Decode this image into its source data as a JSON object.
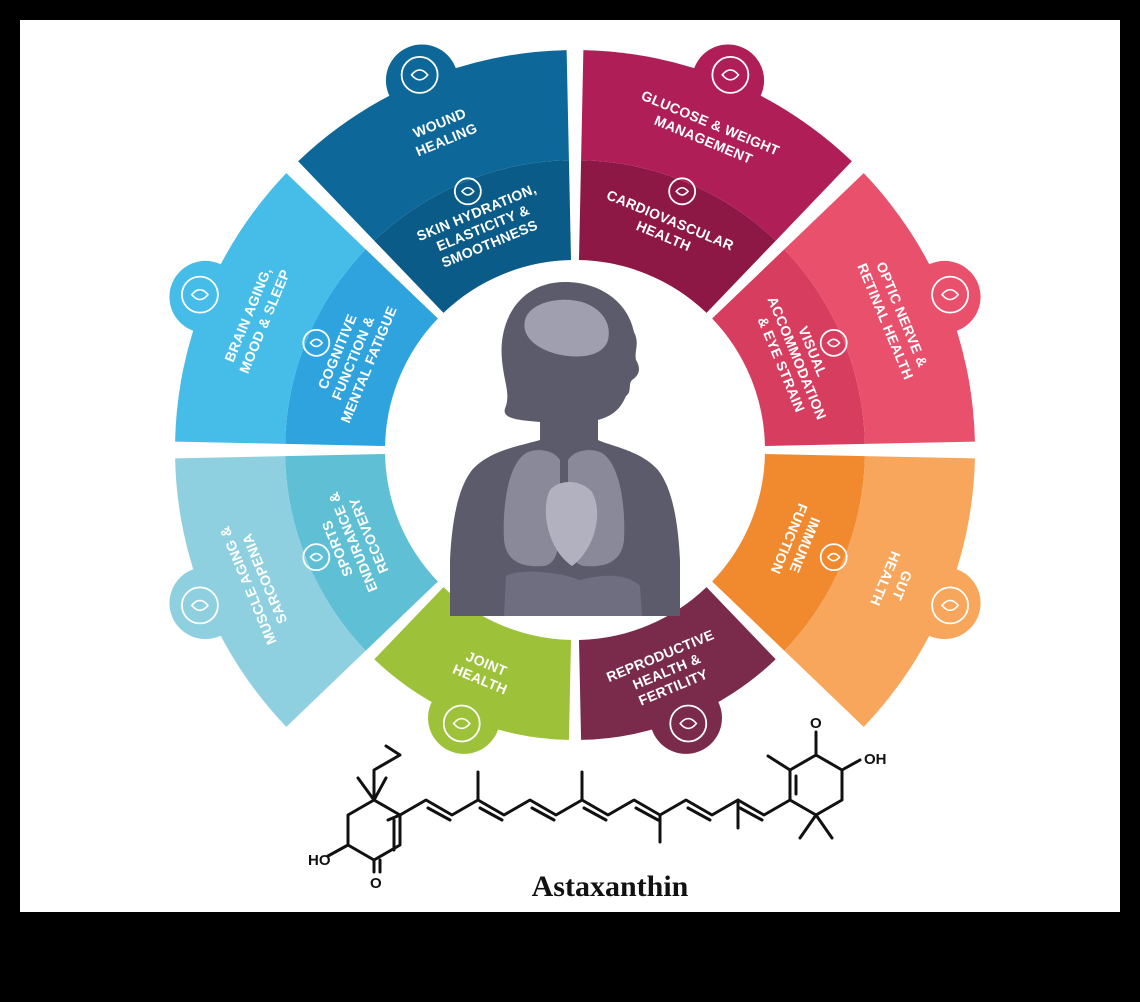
{
  "colors": {
    "background": "#000000",
    "panel": "#ffffff",
    "wound_healing": "#0d6799",
    "skin_hydration": "#0a5b87",
    "glucose_weight": "#b01e58",
    "cardiovascular": "#8e1845",
    "optic_nerve": "#e9506b",
    "visual_accommodation": "#d73d5f",
    "gut_health": "#f7a65c",
    "immune_function": "#f18a2f",
    "reproductive_health": "#7a2b4b",
    "joint_health": "#9dc23a",
    "muscle_aging": "#8fd0e0",
    "sports_endurance": "#5fc0d5",
    "brain_aging": "#45bde8",
    "cognitive_function": "#2ea3dd",
    "silhouette": "#5c5b6b"
  },
  "segments": {
    "wound_healing": {
      "lines": [
        "WOUND",
        "HEALING"
      ],
      "icon": "hand-drop-icon"
    },
    "skin_hydration": {
      "lines": [
        "SKIN HYDRATION,",
        "ELASTICITY &",
        "SMOOTHNESS"
      ],
      "icon": "skin-drop-icon"
    },
    "glucose_weight": {
      "lines": [
        "GLUCOSE & WEIGHT",
        "MANAGEMENT"
      ],
      "icon": "glucose-meter-icon"
    },
    "cardiovascular": {
      "lines": [
        "CARDIOVASCULAR",
        "HEALTH"
      ],
      "icon": "heart-icon"
    },
    "optic_nerve": {
      "lines": [
        "OPTIC NERVE &",
        "RETINAL HEALTH"
      ],
      "icon": "retina-icon"
    },
    "visual_accommodation": {
      "lines": [
        "VISUAL",
        "ACCOMMODATION",
        "& EYE STRAIN"
      ],
      "icon": "eye-icon"
    },
    "gut_health": {
      "lines": [
        "GUT",
        "HEALTH"
      ],
      "icon": "stomach-icon"
    },
    "immune_function": {
      "lines": [
        "IMMUNE",
        "FUNCTION"
      ],
      "icon": "shield-icon"
    },
    "reproductive_health": {
      "lines": [
        "REPRODUCTIVE",
        "HEALTH &",
        "FERTILITY"
      ],
      "icon": "fertility-heart-icon"
    },
    "joint_health": {
      "lines": [
        "JOINT",
        "HEALTH"
      ],
      "icon": "joint-icon"
    },
    "muscle_aging": {
      "lines": [
        "MUSCLE AGING &",
        "SARCOPENIA"
      ],
      "icon": "muscle-icon"
    },
    "sports_endurance": {
      "lines": [
        "SPORTS",
        "ENDURANCE &",
        "RECOVERY"
      ],
      "icon": "runner-icon"
    },
    "brain_aging": {
      "lines": [
        "BRAIN AGING,",
        "MOOD & SLEEP"
      ],
      "icon": "brain-icon"
    },
    "cognitive_function": {
      "lines": [
        "COGNITIVE",
        "FUNCTION &",
        "MENTAL FATIGUE"
      ],
      "icon": "brain-icon"
    }
  },
  "molecule": {
    "name": "Astaxanthin",
    "atoms": {
      "hydroxyl_left": "HO",
      "oxo_left": "O",
      "oxo_right": "O",
      "hydroxyl_right": "OH"
    }
  }
}
